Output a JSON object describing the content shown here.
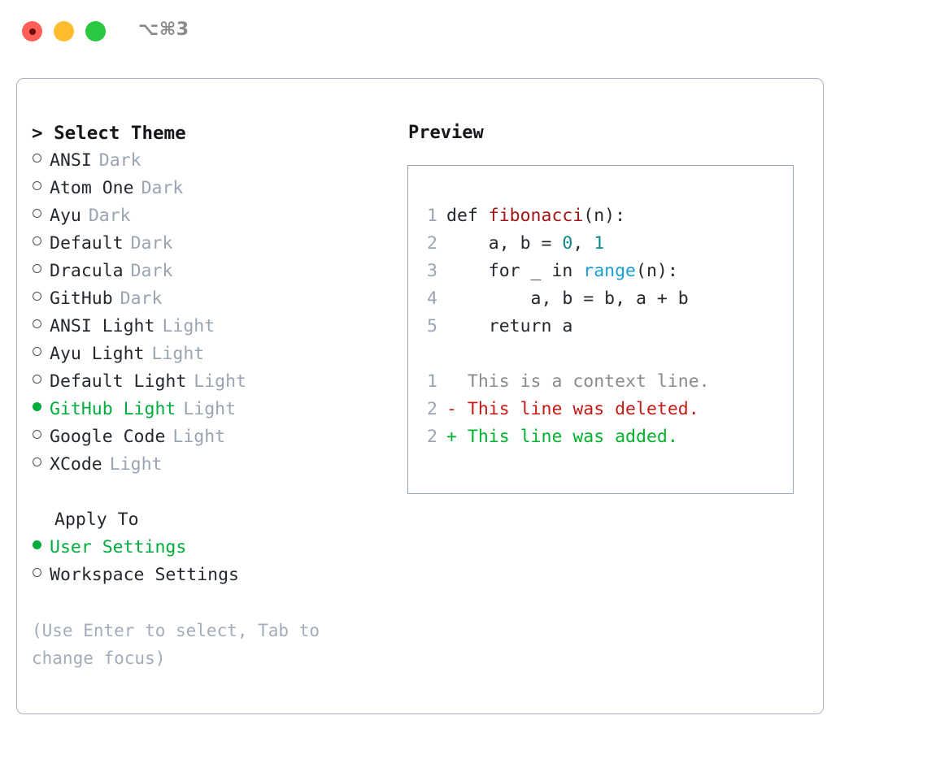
{
  "window": {
    "traffic_lights": [
      "close-red",
      "minimize-yellow",
      "maximize-green"
    ],
    "shortcut": "⌥⌘3"
  },
  "theme_picker": {
    "header": "> Select Theme",
    "options": [
      {
        "label": "ANSI",
        "kind": "Dark",
        "selected": false
      },
      {
        "label": "Atom One",
        "kind": "Dark",
        "selected": false
      },
      {
        "label": "Ayu",
        "kind": "Dark",
        "selected": false
      },
      {
        "label": "Default",
        "kind": "Dark",
        "selected": false
      },
      {
        "label": "Dracula",
        "kind": "Dark",
        "selected": false
      },
      {
        "label": "GitHub",
        "kind": "Dark",
        "selected": false
      },
      {
        "label": "ANSI Light",
        "kind": "Light",
        "selected": false
      },
      {
        "label": "Ayu Light",
        "kind": "Light",
        "selected": false
      },
      {
        "label": "Default Light",
        "kind": "Light",
        "selected": false
      },
      {
        "label": "GitHub Light",
        "kind": "Light",
        "selected": true
      },
      {
        "label": "Google Code",
        "kind": "Light",
        "selected": false
      },
      {
        "label": "XCode",
        "kind": "Light",
        "selected": false
      }
    ],
    "apply_to": {
      "label": "Apply To",
      "options": [
        {
          "label": "User Settings",
          "selected": true
        },
        {
          "label": "Workspace Settings",
          "selected": false
        }
      ]
    },
    "hint": "(Use Enter to select, Tab to change focus)"
  },
  "preview": {
    "title": "Preview",
    "code_lines": [
      {
        "num": "1",
        "segments": [
          {
            "text": "def ",
            "cls": "tok-plain"
          },
          {
            "text": "fibonacci",
            "cls": "tok-fn"
          },
          {
            "text": "(n):",
            "cls": "tok-plain"
          }
        ]
      },
      {
        "num": "2",
        "segments": [
          {
            "text": "    a, b = ",
            "cls": "tok-plain"
          },
          {
            "text": "0",
            "cls": "tok-num"
          },
          {
            "text": ", ",
            "cls": "tok-plain"
          },
          {
            "text": "1",
            "cls": "tok-num"
          }
        ]
      },
      {
        "num": "3",
        "segments": [
          {
            "text": "    for _ in ",
            "cls": "tok-plain"
          },
          {
            "text": "range",
            "cls": "tok-kw"
          },
          {
            "text": "(n):",
            "cls": "tok-plain"
          }
        ]
      },
      {
        "num": "4",
        "segments": [
          {
            "text": "        a, b = b, a + b",
            "cls": "tok-plain"
          }
        ]
      },
      {
        "num": "5",
        "segments": [
          {
            "text": "    return a",
            "cls": "tok-plain"
          }
        ]
      }
    ],
    "diff_lines": [
      {
        "num": "1",
        "marker": "  ",
        "text": "This is a context line.",
        "cls": "diff-ctx"
      },
      {
        "num": "2",
        "marker": "- ",
        "text": "This line was deleted.",
        "cls": "diff-del"
      },
      {
        "num": "2",
        "marker": "+ ",
        "text": "This line was added.",
        "cls": "diff-add"
      }
    ]
  },
  "colors": {
    "accent_green": "#00ad3c",
    "muted": "#9aa4b2",
    "border": "#aab2bf",
    "fn_red": "#a31515",
    "num_teal": "#0f8a87",
    "kw_blue": "#1b9fd6",
    "diff_add": "#00b32c",
    "diff_del": "#c41a16"
  }
}
